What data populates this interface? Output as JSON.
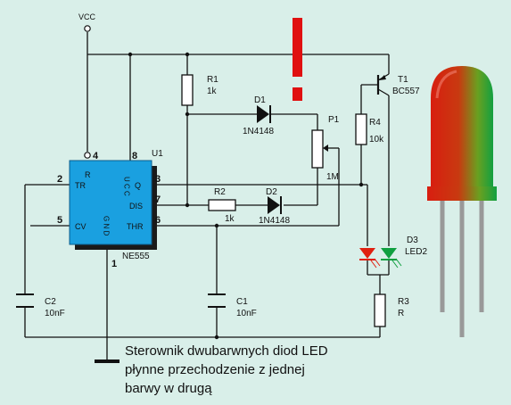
{
  "colors": {
    "background": "#d9efe9",
    "chip": "#1aa0e0",
    "chip_shadow": "#1a1a1a",
    "red_led": "#e02010",
    "green_led": "#10a040",
    "warning": "#e01010"
  },
  "labels": {
    "vcc": "VCC",
    "u1": "U1",
    "chip_name": "NE555",
    "pin_tr": "TR",
    "pin_r": "R",
    "pin_q": "Q",
    "pin_dis": "DIS",
    "pin_thr": "THR",
    "pin_cv": "CV",
    "pin_ucc": "U C C",
    "pin_gnd": "G N D",
    "pin1": "1",
    "pin2": "2",
    "pin3": "3",
    "pin4": "4",
    "pin5": "5",
    "pin6": "6",
    "pin7": "7",
    "pin8": "8",
    "r1_name": "R1",
    "r1_value": "1k",
    "r2_name": "R2",
    "r2_value": "1k",
    "r3_name": "R3",
    "r3_value": "R",
    "r4_name": "R4",
    "r4_value": "10k",
    "d1_name": "D1",
    "d1_value": "1N4148",
    "d2_name": "D2",
    "d2_value": "1N4148",
    "p1_name": "P1",
    "p1_value": "1M",
    "t1_name": "T1",
    "t1_value": "BC557",
    "d3_name": "D3",
    "d3_value": "LED2",
    "c1_name": "C1",
    "c1_value": "10nF",
    "c2_name": "C2",
    "c2_value": "10nF"
  },
  "caption": {
    "line1": "Sterownik dwubarwnych diod LED",
    "line2": "płynne przechodzenie z jednej",
    "line3": "barwy w drugą"
  }
}
